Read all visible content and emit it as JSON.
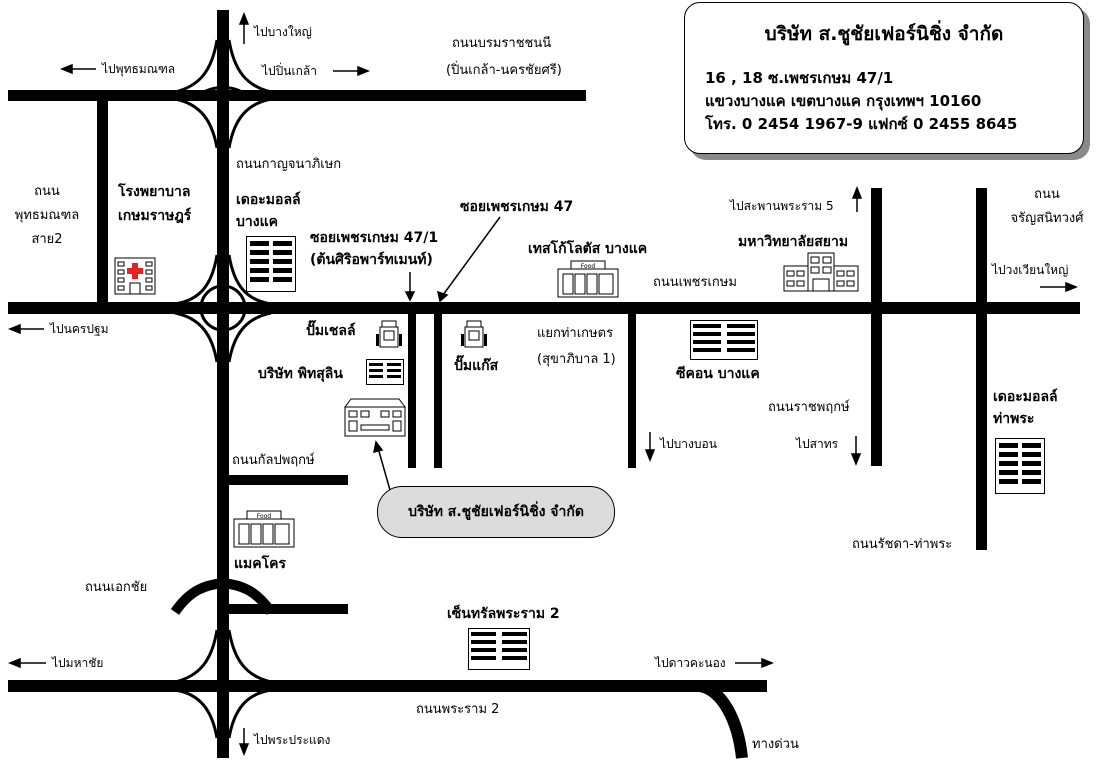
{
  "company": {
    "name": "บริษัท ส.ชูชัยเฟอร์นิชิ่ง จำกัด",
    "address_line1": "16 , 18  ซ.เพชรเกษม 47/1",
    "address_line2": "แขวงบางแค  เขตบางแค  กรุงเทพฯ  10160",
    "address_line3": "โทร. 0 2454 1967-9  แฟกซ์ 0 2455 8645"
  },
  "callout": "บริษัท ส.ชูชัยเฟอร์นิชิ่ง จำกัด",
  "roads": {
    "boromratchachonnee": "ถนนบรมราชชนนี",
    "boromratchachonnee_sub": "(ปิ่นเกล้า-นครชัยศรี)",
    "kanchanaphisek": "ถนนกาญจนาภิเษก",
    "phutthamonthon": "ถนน\nพุทธมณฑล\nสาย2",
    "phetkasem": "ถนนเพชรเกษม",
    "charansanitwong": "ถนน\nจรัญสนิทวงศ์",
    "soi_47": "ซอยเพชรเกษม 47",
    "soi_47_1": "ซอยเพชรเกษม 47/1",
    "soi_47_1_sub": "(ต้นศิริอพาร์ทเมนท์)",
    "tha_kaset": "แยกท่าเกษตร",
    "tha_kaset_sub": "(สุขาภิบาล 1)",
    "ratchaphruek": "ถนนราชพฤกษ์",
    "kanlapaphruek": "ถนนกัลปพฤกษ์",
    "ratchada": "ถนนรัชดา-ท่าพระ",
    "ekachai": "ถนนเอกชัย",
    "rama2": "ถนนพระราม 2",
    "expressway": "ทางด่วน"
  },
  "directions": {
    "bang_yai": "ไปบางใหญ่",
    "phutthamonthon": "ไปพุทธมณฑล",
    "pinklao": "ไปปิ่นเกล้า",
    "nakhon_pathom": "ไปนครปฐม",
    "saphan_rama5": "ไปสะพานพระราม 5",
    "wongwian_yai": "ไปวงเวียนใหญ่",
    "bang_bon": "ไปบางบอน",
    "sathon": "ไปสาทร",
    "mahachai": "ไปมหาชัย",
    "dao_khanong": "ไปดาวคะนอง",
    "phra_pradaeng": "ไปพระประแดง"
  },
  "landmarks": {
    "hospital": "โรงพยาบาล\nเกษมราษฎร์",
    "mall_bangkae": "เดอะมอลล์\nบางแค",
    "tesco": "เทสโก้โลตัส บางแค",
    "siam_univ": "มหาวิทยาลัยสยาม",
    "shell": "ปั๊มเชลล์",
    "gas": "ปั๊มแก๊ส",
    "phitsulin": "บริษัท พิทสุลิน",
    "seacon": "ซีคอน บางแค",
    "mall_thapra": "เดอะมอลล์\nท่าพระ",
    "makro": "แมคโคร",
    "central_rama2": "เซ็นทรัลพระราม 2"
  },
  "store_sign": "Food",
  "colors": {
    "road": "#000000",
    "callout_fill": "#dcdcdc",
    "shadow": "#8a8a8a",
    "background": "#ffffff"
  }
}
